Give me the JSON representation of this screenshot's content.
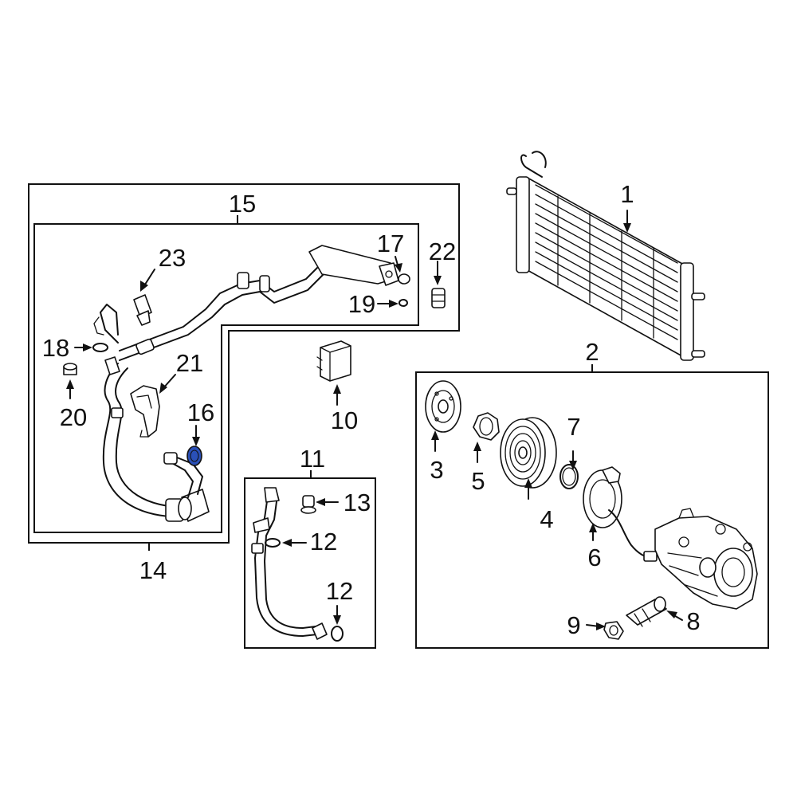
{
  "diagram": {
    "colors": {
      "ink": "#111111",
      "highlight": "#2a50b8",
      "background": "#ffffff"
    },
    "callouts": {
      "c1": "1",
      "c2": "2",
      "c3": "3",
      "c4": "4",
      "c5": "5",
      "c6": "6",
      "c7": "7",
      "c8": "8",
      "c9": "9",
      "c10": "10",
      "c11": "11",
      "c12a": "12",
      "c12b": "12",
      "c13": "13",
      "c14": "14",
      "c15": "15",
      "c16": "16",
      "c17": "17",
      "c18": "18",
      "c19": "19",
      "c20": "20",
      "c21": "21",
      "c22": "22",
      "c23": "23"
    },
    "highlighted_part": "16"
  }
}
